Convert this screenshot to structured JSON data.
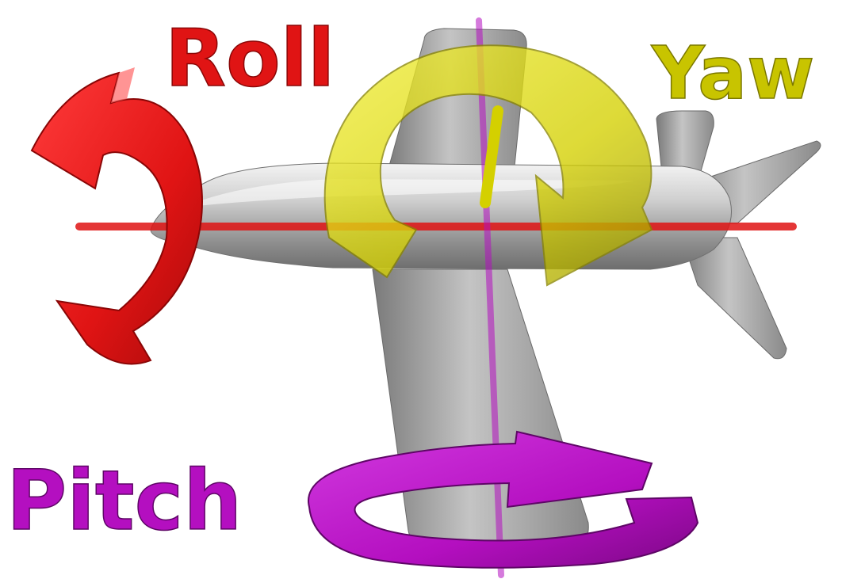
{
  "labels": {
    "roll": "Roll",
    "yaw": "Yaw",
    "pitch": "Pitch"
  },
  "colors": {
    "background": "#ffffff",
    "roll": "#e01414",
    "yaw": "#d4d000",
    "pitch": "#b40fc0",
    "aircraft": "#9a9a9a"
  },
  "icons": {
    "roll_arrow": "curved-arrow-icon",
    "yaw_arrow": "circular-arrow-icon",
    "pitch_arrow": "circular-arrow-icon",
    "aircraft": "airplane-icon"
  }
}
